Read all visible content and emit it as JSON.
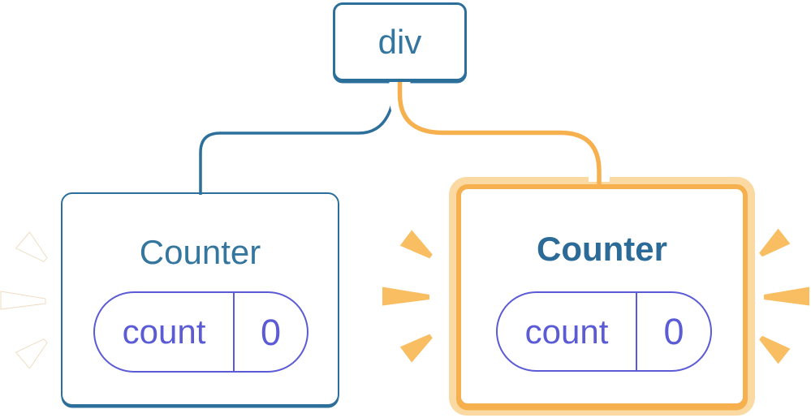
{
  "diagram": {
    "root": {
      "label": "div"
    },
    "left_counter": {
      "title": "Counter",
      "state_key": "count",
      "state_value": "0"
    },
    "right_counter": {
      "title": "Counter",
      "state_key": "count",
      "state_value": "0"
    }
  },
  "colors": {
    "blue_border": "#2D6F9B",
    "blue_text": "#35769F",
    "blue_text_bold": "#2C6B97",
    "indigo": "#5B5BD6",
    "orange": "#F6B04E",
    "orange_pale": "#FBD9A2",
    "sparkle_orange": "#F9BD62",
    "sparkle_white": "#FFFFFF",
    "background": "#FFFFFF"
  }
}
